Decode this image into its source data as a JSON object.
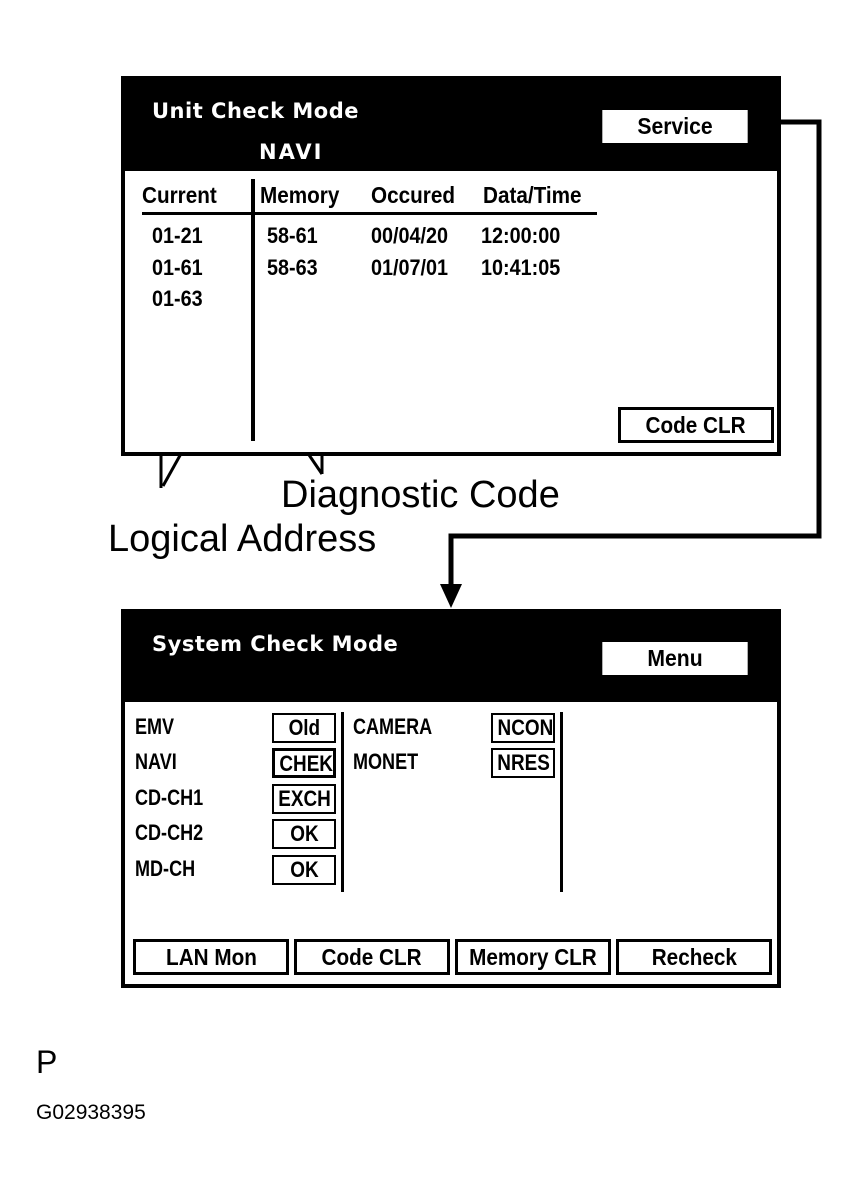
{
  "unit_screen": {
    "title": "Unit Check Mode",
    "subtitle": "NAVI",
    "service_button": "Service",
    "columns": [
      "Current",
      "Memory",
      "Occured",
      "Data/Time"
    ],
    "rows": [
      {
        "current": "01-21",
        "memory": "58-61",
        "occured": "00/04/20",
        "datetime": "12:00:00"
      },
      {
        "current": "01-61",
        "memory": "58-63",
        "occured": "01/07/01",
        "datetime": "10:41:05"
      },
      {
        "current": "01-63",
        "memory": "",
        "occured": "",
        "datetime": ""
      }
    ],
    "code_clr_button": "Code CLR"
  },
  "callouts": {
    "diagnostic_code": "Diagnostic Code",
    "logical_address": "Logical Address"
  },
  "system_screen": {
    "title": "System Check Mode",
    "menu_button": "Menu",
    "left_items": [
      {
        "name": "EMV",
        "status": "Old"
      },
      {
        "name": "NAVI",
        "status": "CHEK"
      },
      {
        "name": "CD-CH1",
        "status": "EXCH"
      },
      {
        "name": "CD-CH2",
        "status": "OK"
      },
      {
        "name": "MD-CH",
        "status": "OK"
      }
    ],
    "right_items": [
      {
        "name": "CAMERA",
        "status": "NCON"
      },
      {
        "name": "MONET",
        "status": "NRES"
      }
    ],
    "buttons": [
      "LAN Mon",
      "Code CLR",
      "Memory CLR",
      "Recheck"
    ]
  },
  "footer": {
    "letter": "P",
    "code": "G02938395"
  }
}
